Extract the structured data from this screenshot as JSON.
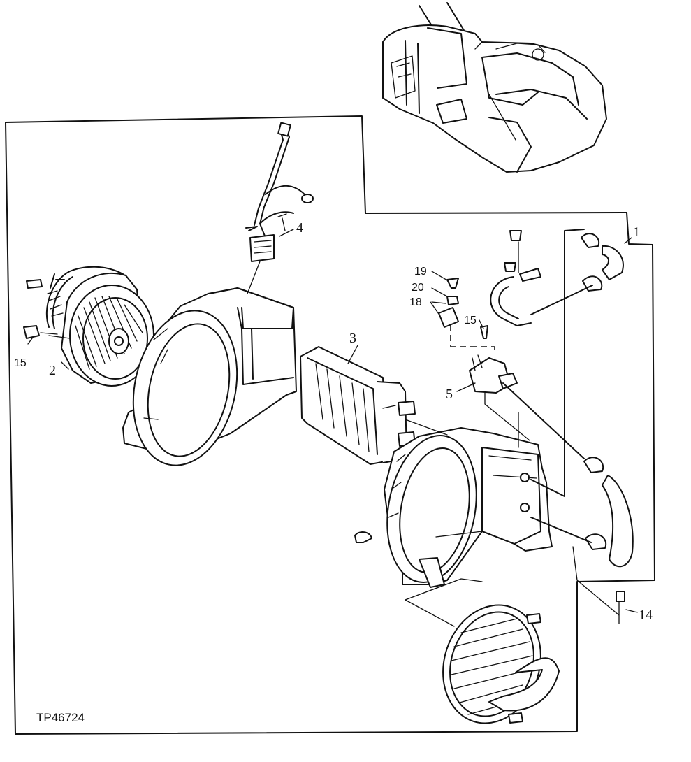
{
  "figure": {
    "code": "TP46724",
    "callouts": {
      "c1": "1",
      "c2": "2",
      "c3": "3",
      "c4": "4",
      "c5": "5",
      "c14": "14",
      "c15a": "15",
      "c15b": "15",
      "c18": "18",
      "c19": "19",
      "c20": "20"
    }
  }
}
